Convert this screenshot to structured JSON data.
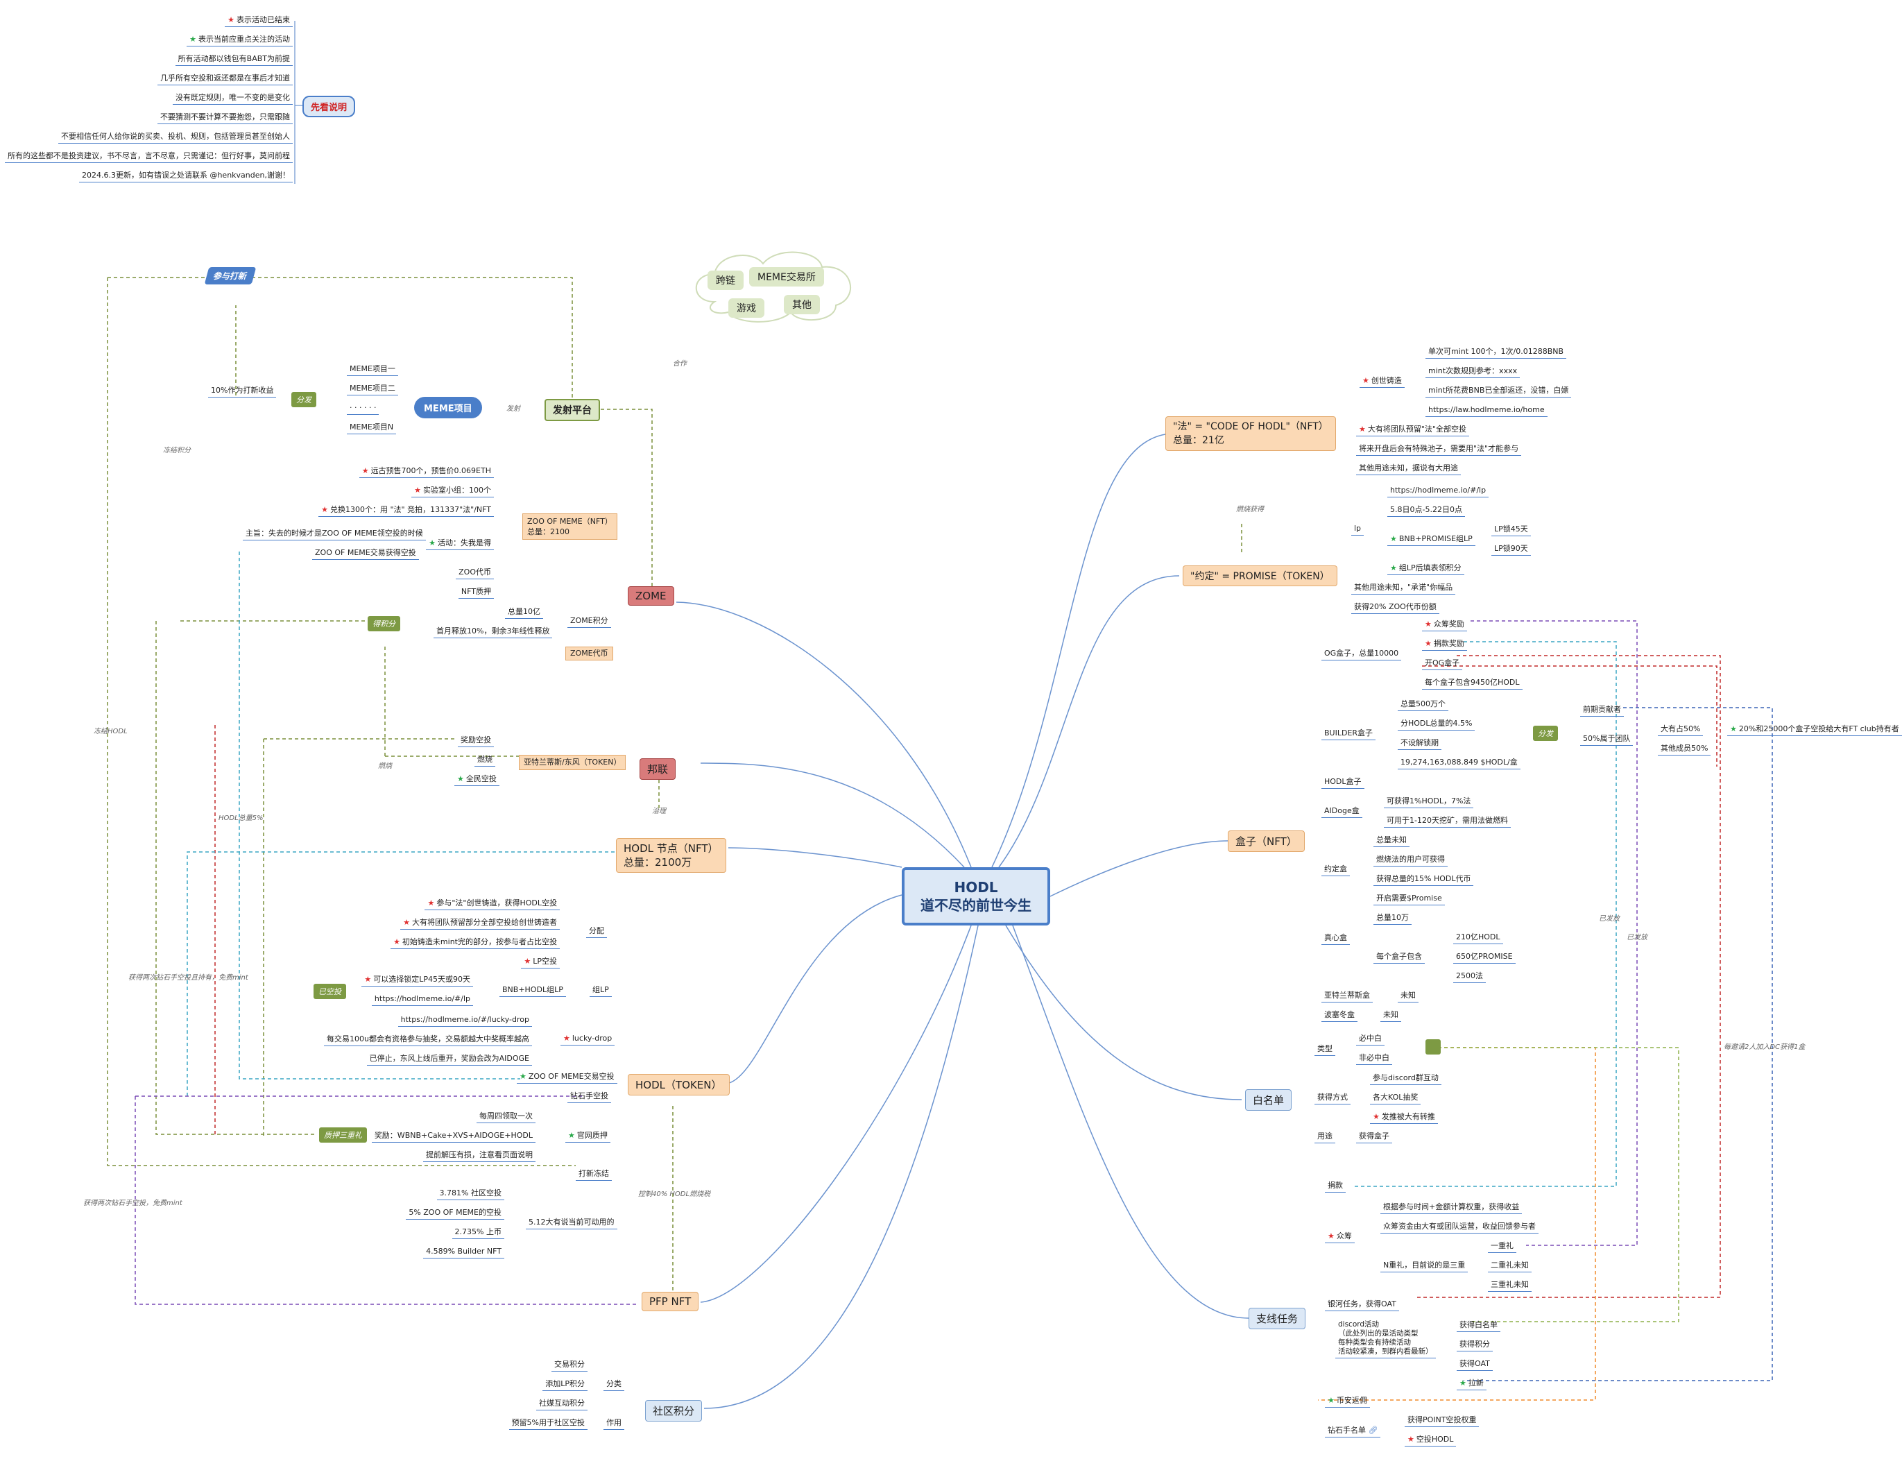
{
  "center": {
    "title": "HODL",
    "subtitle": "道不尽的前世今生"
  },
  "legend": {
    "hub": "先看说明",
    "items": [
      "表示活动已结束",
      "表示当前应重点关注的活动",
      "所有活动都以钱包有BABT为前提",
      "几乎所有空投和返还都是在事后才知道",
      "没有既定规则，唯一不变的是变化",
      "不要猜测不要计算不要抱怨，只需跟随",
      "不要相信任何人给你说的买卖、投机、规则，包括管理员甚至创始人",
      "所有的这些都不是投资建议，书不尽言，言不尽意，只需谨记：但行好事，莫问前程",
      "2024.6.3更新，如有错误之处请联系 @henkvanden,谢谢！"
    ]
  },
  "launch": {
    "platform": "发射平台",
    "participate": "参与打新",
    "meme_project": "MEME项目",
    "distribute": "分发",
    "income": "10%作为打新收益",
    "projects": [
      "MEME项目一",
      "MEME项目二",
      "· · · · · ·",
      "MEME项目N"
    ],
    "launch_label": "发射",
    "coop_label": "合作",
    "freeze_points": "冻结积分",
    "cloud": [
      "跨链",
      "MEME交易所",
      "游戏",
      "其他"
    ]
  },
  "zome": {
    "hub": "ZOME",
    "zoo_nft": "ZOO OF MEME（NFT）\n总量：2100",
    "zoo_items": [
      "远古预售700个，预售价0.069ETH",
      "实验室小组：100个",
      "兑换1300个：用 \"法\" 竞拍，131337\"法\"/NFT",
      "活动：失我是得",
      "ZOO代币",
      "NFT质押"
    ],
    "activity_sub": [
      "主旨：失去的时候才是ZOO OF MEME领空投的时候",
      "ZOO OF MEME交易获得空投"
    ],
    "points": "得积分",
    "zome_points": "ZOME积分",
    "total": "总量10亿",
    "release": "首月释放10%，剩余3年线性释放",
    "zome_coin": "ZOME代币"
  },
  "alliance": {
    "hub": "邦联",
    "token": "亚特兰蒂斯/东风（TOKEN）",
    "items": [
      "奖励空投",
      "燃烧",
      "全民空投"
    ],
    "burn_label": "燃烧",
    "gov_label": "治理"
  },
  "node": {
    "title": "HODL 节点（NFT）",
    "total": "总量：2100万"
  },
  "hodl_token": {
    "hub": "HODL（TOKEN）",
    "distribution": "分配",
    "dist_items": [
      "参与\"法\"创世铸造，获得HODL空投",
      "大有将团队预留部分全部空投给创世铸造者",
      "初始铸造未mint完的部分，按参与者占比空投",
      "LP空投"
    ],
    "airdropped": "已空投",
    "lp": "组LP",
    "lp_pair": "BNB+HODL组LP",
    "lp_items": [
      "可以选择锁定LP45天或90天",
      "https://hodlmeme.io/#/lp"
    ],
    "lucky": "lucky-drop",
    "lucky_items": [
      "https://hodlmeme.io/#/lucky-drop",
      "每交易100u都会有资格参与抽奖，交易额越大中奖概率越高",
      "已停止，东风上线后重开，奖励会改为AIDOGE"
    ],
    "zoo_trade": "ZOO OF MEME交易空投",
    "diamond_airdrop": "钻石手空投",
    "staking": "官网质押",
    "staking_items": [
      "每周四领取一次",
      "奖励：WBNB+Cake+XVS+AIDOGE+HODL",
      "提前解压有损，注意看页面说明"
    ],
    "triple": "质押三重礼",
    "freeze": "打新冻结",
    "current": "5.12大有说当前可动用的",
    "current_items": [
      "3.781% 社区空投",
      "5% ZOO OF MEME的空投",
      "2.735% 上币",
      "4.589% Builder NFT"
    ]
  },
  "pfp": {
    "hub": "PFP NFT",
    "control": "控制40% HODL燃烧税"
  },
  "community": {
    "hub": "社区积分",
    "category": "分类",
    "use": "作用",
    "cats": [
      "交易积分",
      "添加LP积分",
      "社媒互动积分"
    ],
    "uses": [
      "预留5%用于社区空投"
    ]
  },
  "left_labels": {
    "freeze_hodl": "冻结HODL",
    "hodl_total_5": "HODL总量5%",
    "diamond_1": "获得两次钻石手空投且持有，免费mint",
    "diamond_2": "获得两次钻石手空投，免费mint"
  },
  "fa": {
    "title": "\"法\" = \"CODE OF HODL\"（NFT）\n总量：21亿",
    "genesis": "创世铸造",
    "genesis_items": [
      "单次可mint 100个，1次/0.01288BNB",
      "mint次数规则参考：xxxx",
      "mint所花费BNB已全部返还，没错，白嫖",
      "https://law.hodlmeme.io/home"
    ],
    "items": [
      "大有将团队预留\"法\"全部空投",
      "将来开盘后会有特殊池子，需要用\"法\"才能参与",
      "其他用途未知，据说有大用途"
    ],
    "burn_get": "燃烧获得"
  },
  "promise": {
    "title": "\"约定\" = PROMISE（TOKEN）",
    "lp": "lp",
    "lp_items": [
      "https://hodlmeme.io/#/lp",
      "5.8日0点-5.22日0点",
      "BNB+PROMISE组LP",
      "组LP后填表领积分"
    ],
    "lock": [
      "LP锁45天",
      "LP锁90天"
    ],
    "items": [
      "其他用途未知，\"承诺\"你幅品",
      "获得20% ZOO代币份额"
    ]
  },
  "box": {
    "hub": "盒子（NFT）",
    "og": "OG盒子，总量10000",
    "og_items": [
      "众筹奖励",
      "捐款奖励",
      "开OG盒子",
      "每个盒子包含9450亿HODL"
    ],
    "builder": "BUILDER盒子",
    "builder_items": [
      "总量500万个",
      "分HODL总量的4.5%",
      "不设解锁期",
      "19,274,163,088.849 $HODL/盒"
    ],
    "distribute": "分发",
    "early": "前期贡献者",
    "team": "50%属于团队",
    "share": [
      "大有占50%",
      "其他成员50%"
    ],
    "share_note": "20%和25000个盒子空投给大有FT club持有者",
    "hodl_box": "HODL盒子",
    "aidoge": "AIDoge盒",
    "aidoge_items": [
      "可获得1%HODL，7%法",
      "可用于1-120天挖矿，需用法做燃料"
    ],
    "pact": "约定盒",
    "pact_items": [
      "总量未知",
      "燃烧法的用户可获得",
      "获得总量的15% HODL代币",
      "开启需要$Promise"
    ],
    "heart": "真心盒",
    "heart_total": "总量10万",
    "heart_each": "每个盒子包含",
    "heart_items": [
      "210亿HODL",
      "650亿PROMISE",
      "2500法"
    ],
    "atlantis": "亚特兰蒂斯盒",
    "atlantis_v": "未知",
    "bodhi": "波塞冬盒",
    "bodhi_v": "未知"
  },
  "whitelist": {
    "hub": "白名单",
    "type": "类型",
    "types": [
      "必中白",
      "非必中白"
    ],
    "get": "获得方式",
    "gets": [
      "参与discord群互动",
      "各大KOL抽奖",
      "发推被大有转推"
    ],
    "use": "用途",
    "uses": [
      "获得盒子"
    ]
  },
  "side": {
    "hub": "支线任务",
    "donate": "捐款",
    "crowd": "众筹",
    "crowd_items": [
      "根据参与时间+金额计算权重，获得收益",
      "众筹资金由大有或团队运营，收益回馈参与者"
    ],
    "n_gift": "N重礼，目前说的是三重",
    "gifts": [
      "一重礼",
      "二重礼未知",
      "三重礼未知"
    ],
    "galxe": "银河任务，获得OAT",
    "discord": "discord活动\n（此处列出的是活动类型\n每种类型会有持续活动\n活动较紧凑，到群内看最新）",
    "discord_items": [
      "获得白名单",
      "获得积分",
      "获得OAT",
      "拉新"
    ],
    "coin_safe": "币安返佣",
    "diamond": "钻石手名单",
    "diamond_items": [
      "获得POINT空投权重",
      "空投HODL"
    ],
    "sent1": "已发放",
    "sent2": "已发放",
    "invite": "每邀请2人加入DC获得1盒"
  }
}
